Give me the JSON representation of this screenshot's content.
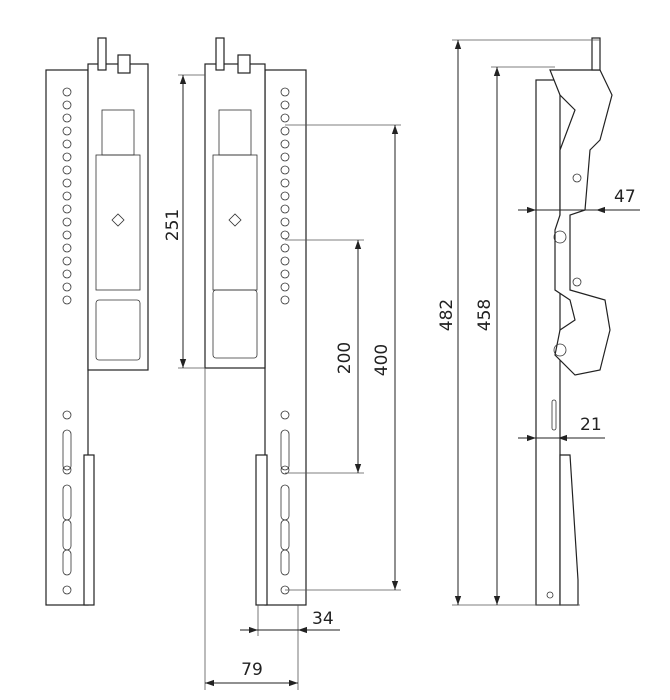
{
  "drawing": {
    "views": [
      "front-view-mounted",
      "front-view-dimensioned",
      "side-view"
    ],
    "dimensions": {
      "bracket_height": "251",
      "hole_spacing_small": "200",
      "hole_spacing_large": "400",
      "total_height": "482",
      "rail_height": "458",
      "side_depth_top": "47",
      "side_depth_bottom": "21",
      "rail_width": "34",
      "total_width": "79"
    },
    "colors": {
      "line": "#222222",
      "background": "#ffffff"
    }
  }
}
